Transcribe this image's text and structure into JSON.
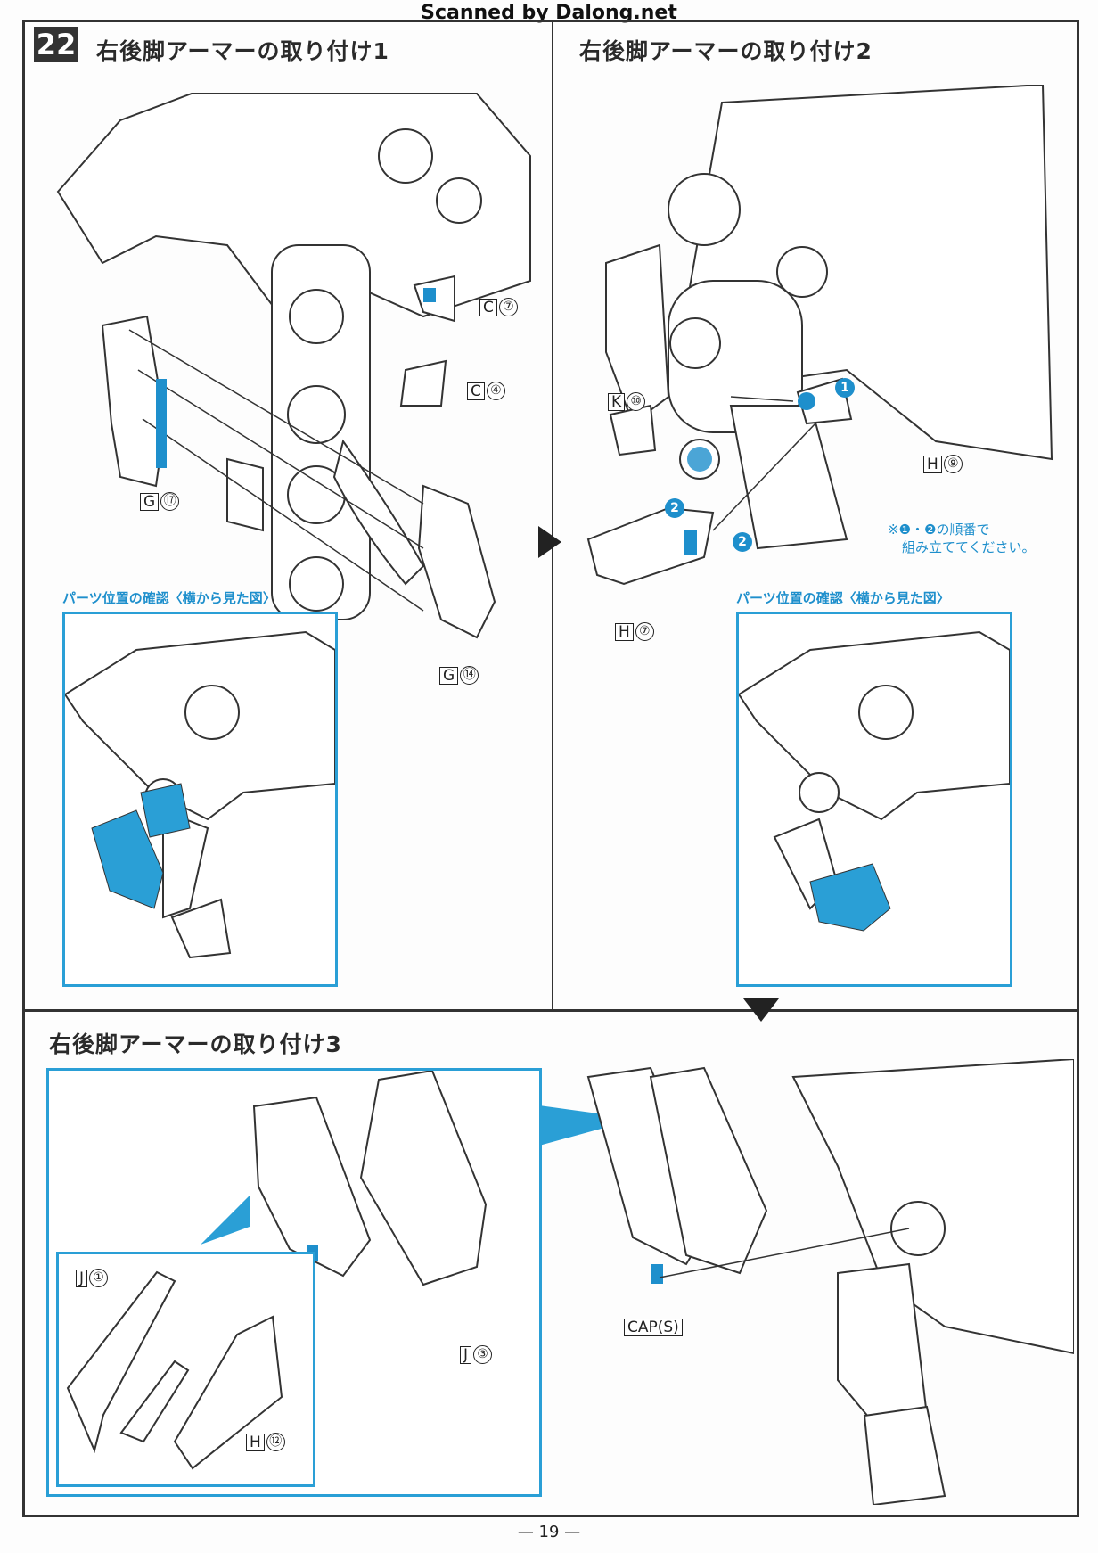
{
  "watermark": "Scanned by Dalong.net",
  "step_number": "22",
  "sections": [
    {
      "title": "右後脚アーマーの取り付け1"
    },
    {
      "title": "右後脚アーマーの取り付け2"
    },
    {
      "title": "右後脚アーマーの取り付け3"
    }
  ],
  "inset_caption": "パーツ位置の確認〈横から見た図〉",
  "parts": {
    "c7": {
      "letter": "C",
      "num": "⑦"
    },
    "c4": {
      "letter": "C",
      "num": "④"
    },
    "g17": {
      "letter": "G",
      "num": "⑰"
    },
    "g14": {
      "letter": "G",
      "num": "⑭"
    },
    "k10": {
      "letter": "K",
      "num": "⑩"
    },
    "h9": {
      "letter": "H",
      "num": "⑨"
    },
    "h7": {
      "letter": "H",
      "num": "⑦"
    },
    "j1": {
      "letter": "J",
      "num": "①"
    },
    "j3": {
      "letter": "J",
      "num": "③"
    },
    "h12": {
      "letter": "H",
      "num": "⑫"
    },
    "cap": "CAP(S)"
  },
  "order_markers": [
    "1",
    "2",
    "2"
  ],
  "order_note": {
    "line1": "※❶・❷の順番で",
    "line2": "組み立ててください。"
  },
  "page_number": "— 19 —",
  "colors": {
    "accent": "#1e8fcc",
    "frame": "#333333"
  }
}
